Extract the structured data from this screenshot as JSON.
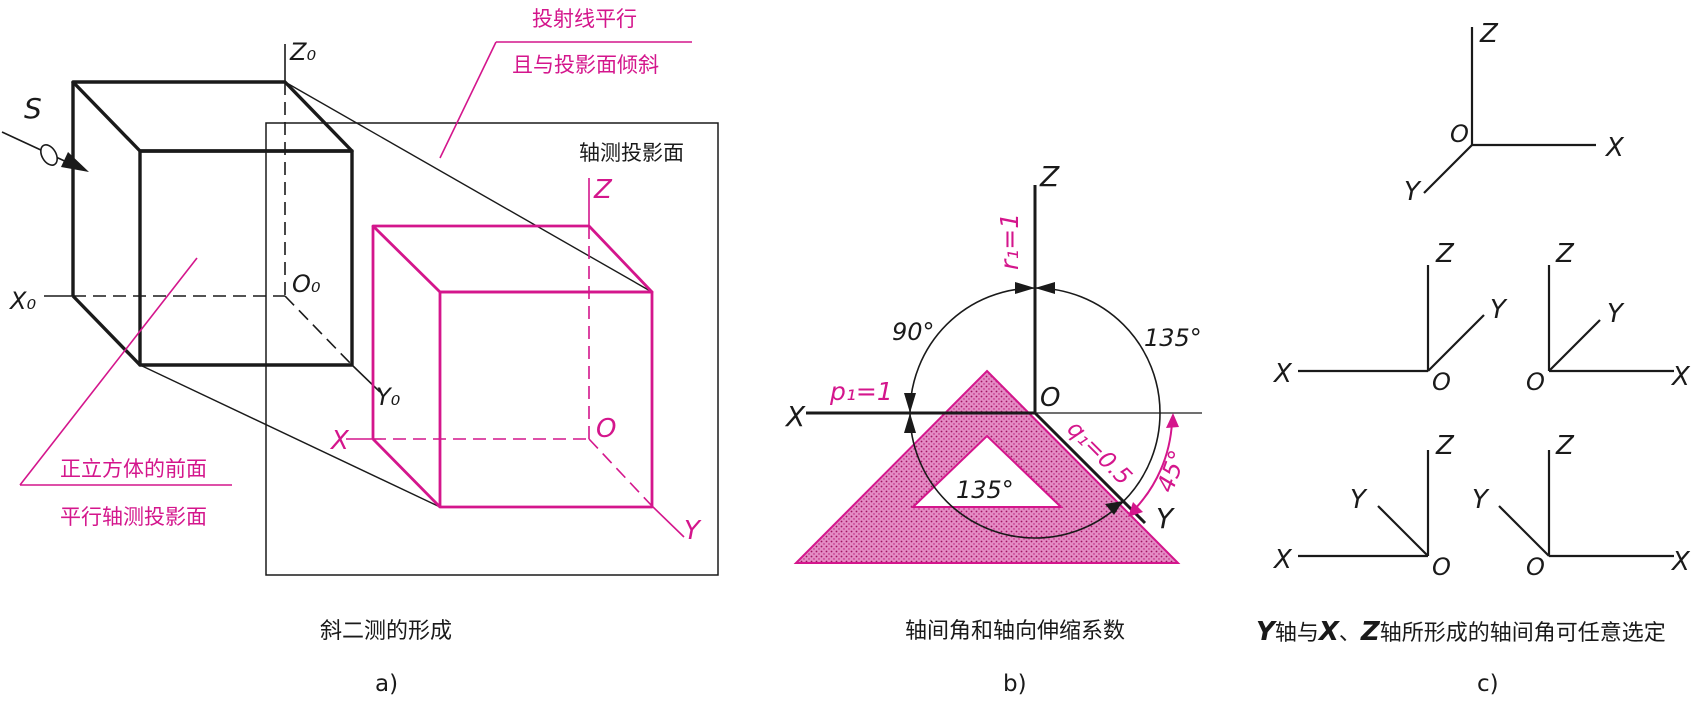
{
  "colors": {
    "ink": "#1a1a1a",
    "accent": "#d4168c",
    "background": "#ffffff"
  },
  "panel_a": {
    "label": "a)",
    "caption": "斜二测的形成",
    "callout_top_line1": "投射线平行",
    "callout_top_line2": "且与投影面倾斜",
    "callout_left_line1": "正立方体的前面",
    "callout_left_line2": "平行轴测投影面",
    "plane_label": "轴测投影面",
    "direction_label": "S",
    "origin_axes": {
      "x": "X₀",
      "y": "Y₀",
      "z": "Z₀",
      "o": "O₀"
    },
    "projected_axes": {
      "x": "X",
      "y": "Y",
      "z": "Z",
      "o": "O"
    }
  },
  "panel_b": {
    "label": "b)",
    "caption": "轴间角和轴向伸缩系数",
    "axes": {
      "x": "X",
      "y": "Y",
      "z": "Z",
      "o": "O"
    },
    "coefficients": {
      "p": "p₁=1",
      "q": "q₁=0.5",
      "r": "r₁=1"
    },
    "angles": {
      "xz": "90°",
      "zy": "135°",
      "xy": "135°",
      "y_tilt": "45°"
    }
  },
  "panel_c": {
    "label": "c)",
    "caption_pre": "Y",
    "caption_mid1": "轴与",
    "caption_x": "X",
    "caption_sep": "、",
    "caption_z": "Z",
    "caption_post": "轴所形成的轴间角可任意选定",
    "axes": {
      "x": "X",
      "y": "Y",
      "z": "Z",
      "o": "O"
    }
  }
}
